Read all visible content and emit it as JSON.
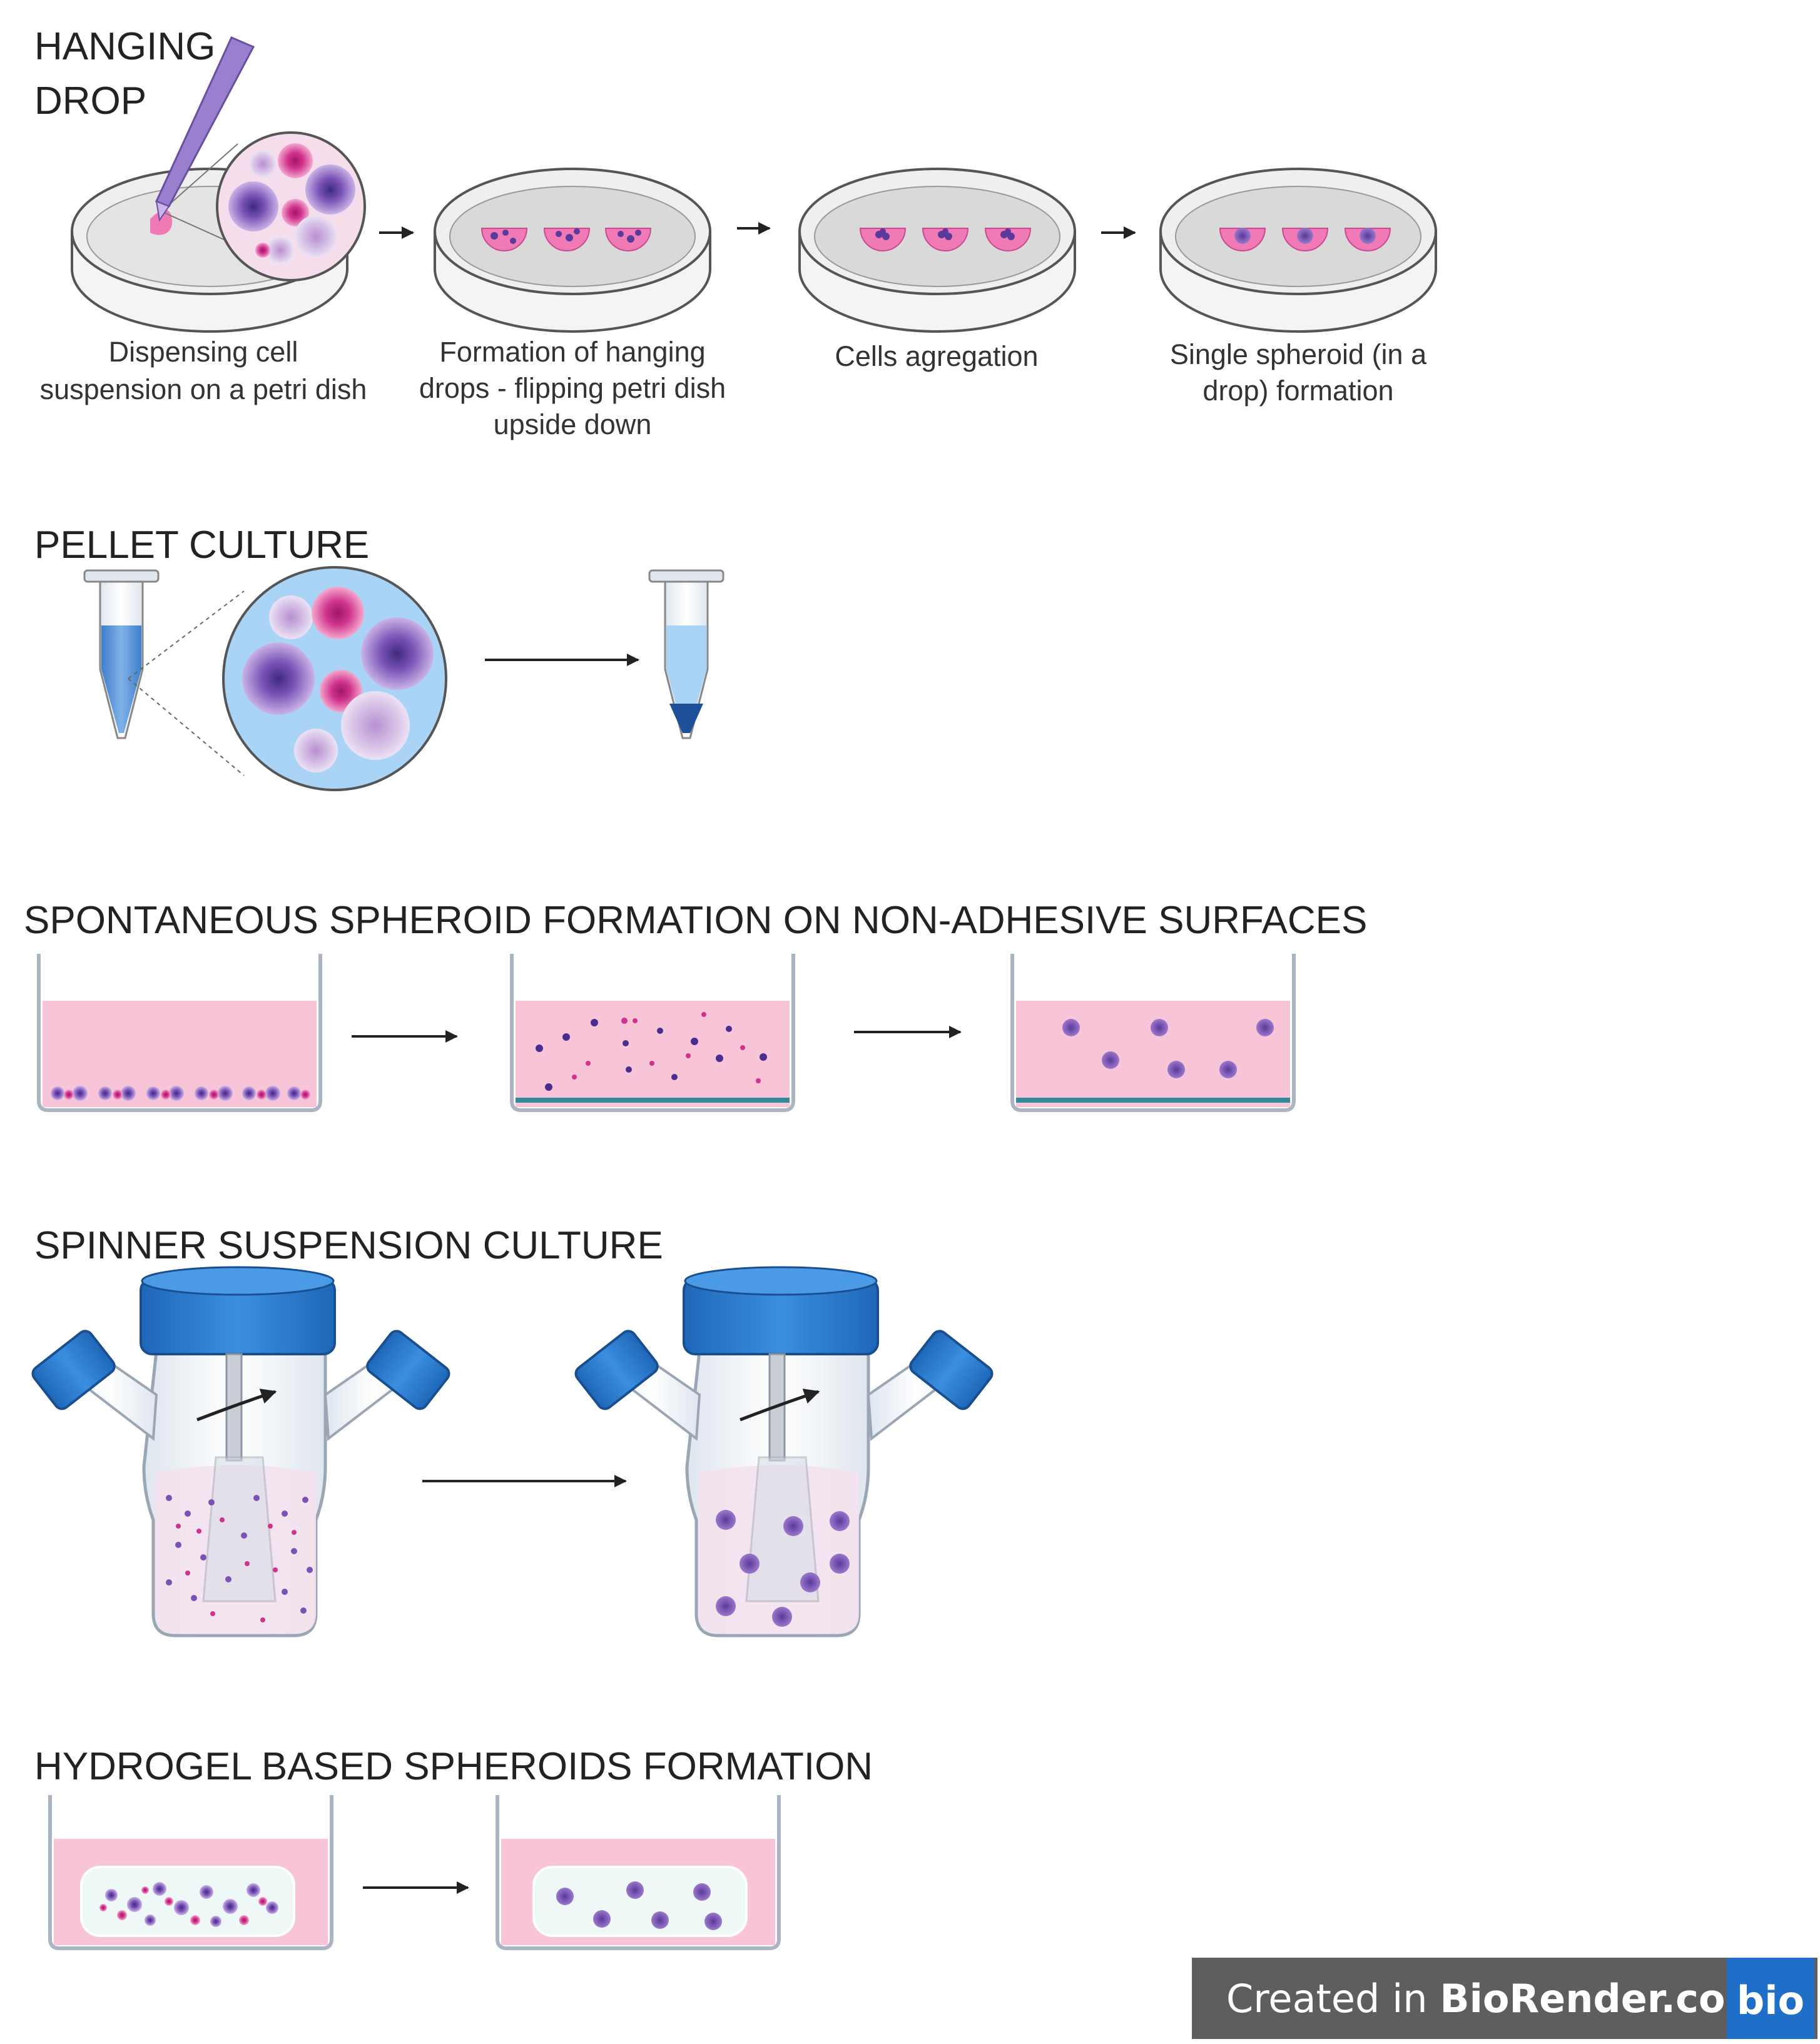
{
  "sections": {
    "hanging_drop": {
      "title_line1": "HANGING",
      "title_line2": "DROP",
      "steps": [
        {
          "line1": "Dispensing cell",
          "line2": "suspension on a petri dish",
          "line3": ""
        },
        {
          "line1": "Formation of hanging",
          "line2": "drops - flipping petri dish",
          "line3": "upside down"
        },
        {
          "line1": "Cells agregation",
          "line2": "",
          "line3": ""
        },
        {
          "line1": "Single spheroid (in a",
          "line2": "drop) formation",
          "line3": ""
        }
      ]
    },
    "pellet_culture": {
      "title": "PELLET CULTURE"
    },
    "spontaneous": {
      "title": "SPONTANEOUS SPHEROID FORMATION ON NON-ADHESIVE SURFACES"
    },
    "spinner": {
      "title": "SPINNER SUSPENSION CULTURE"
    },
    "hydrogel": {
      "title": "HYDROGEL BASED SPHEROIDS FORMATION"
    }
  },
  "badge": {
    "prefix": "Created in ",
    "brand": "BioRender.com",
    "logo": "bio"
  },
  "colors": {
    "medium_pink": "#f7c4d8",
    "cell_purple": "#8a55b8",
    "cell_magenta": "#d0338c",
    "cap_blue": "#2f7fd0",
    "tube_blue": "#4a90d9",
    "badge_gray": "#5e5e5e",
    "badge_blue": "#1f6fc8"
  }
}
